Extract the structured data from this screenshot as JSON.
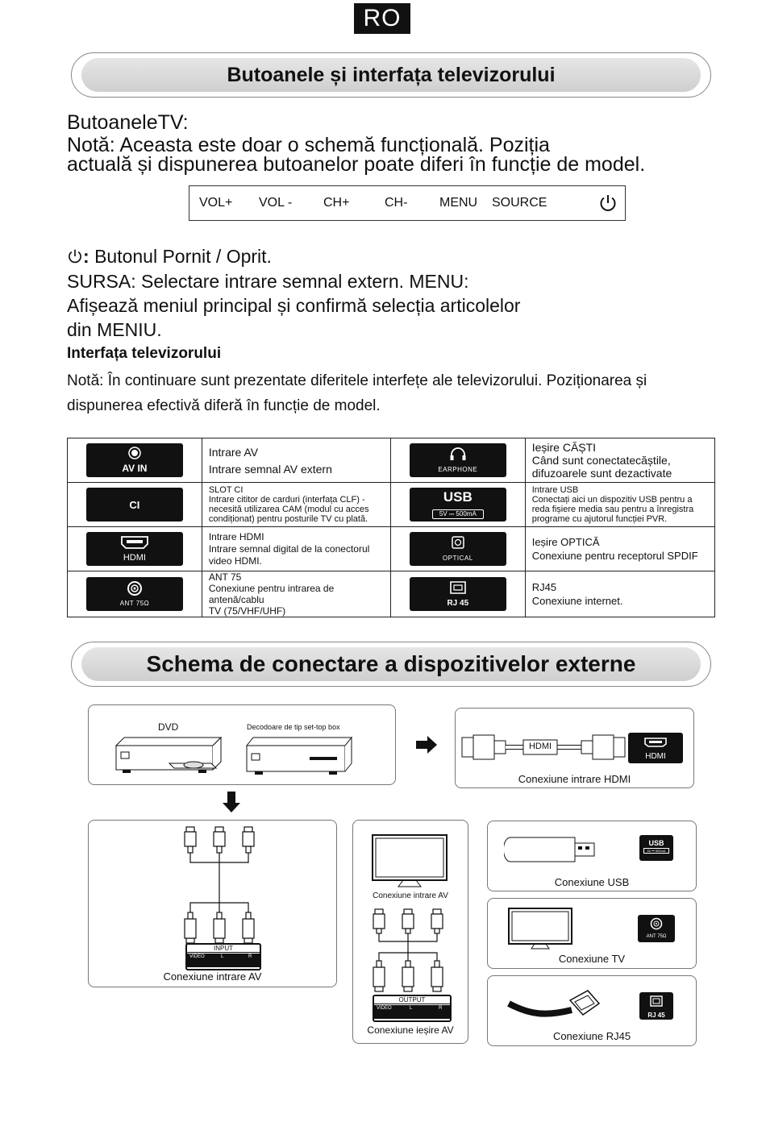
{
  "lang_tag": "RO",
  "section1_title": "Butoanele și interfața televizorului",
  "tv_buttons_heading": "ButoaneleTV:",
  "note_line1": "Notă: Aceasta este doar o schemă funcțională. Poziția",
  "note_line2": "actuală și dispunerea butoanelor poate diferi în funcție  de model.",
  "buttons": [
    "VOL+",
    "VOL -",
    "CH+",
    "CH-",
    "MENU",
    "SOURCE"
  ],
  "power_desc": "Butonul Pornit / Oprit.",
  "power_sep": ":",
  "desc_line1": "SURSA: Selectare intrare semnal extern. MENU:",
  "desc_line2": "Afișează meniul principal și confirmă selecția articolelor",
  "desc_line3": "din MENIU.",
  "interface_heading": "Interfața televizorului",
  "interface_note_line1": "Notă: În continuare sunt prezentate diferitele interfețe ale televizorului. Poziționarea și",
  "interface_note_line2": "dispunerea efectivă diferă în funcție de model.",
  "ports": [
    {
      "badge": "AV IN",
      "lines": [
        "Intrare AV",
        "Intrare semnal AV extern"
      ],
      "badge2": "EARPHONE",
      "lines2": [
        "Ieșire CĂȘTI",
        "Când sunt conectatecăștile,",
        "difuzoarele sunt dezactivate"
      ]
    },
    {
      "badge": "CI",
      "lines": [
        "SLOT CI",
        "Intrare cititor de carduri (interfața CLF) -",
        "necesită utilizarea CAM (modul cu acces",
        "condiționat) pentru posturile TV cu plată."
      ],
      "badge2": "USB",
      "badge2_sub": "5V ⎓ 500mA",
      "lines2": [
        "Intrare USB",
        "Conectați aici un dispozitiv USB pentru a",
        "reda fișiere media sau pentru a înregistra",
        "programe cu ajutorul funcției PVR."
      ]
    },
    {
      "badge": "HDMI",
      "lines": [
        "Intrare HDMI",
        "Intrare semnal digital de la conectorul",
        "video HDMI."
      ],
      "badge2": "OPTICAL",
      "lines2": [
        "Ieșire OPTICĂ",
        "Conexiune pentru receptorul SPDIF"
      ]
    },
    {
      "badge": "ANT 75Ω",
      "lines": [
        "ANT 75",
        "Conexiune pentru intrarea de antenă/cablu",
        "TV (75/VHF/UHF)"
      ],
      "badge2": "RJ 45",
      "lines2": [
        "RJ45",
        "Conexiune internet."
      ]
    }
  ],
  "section2_title": "Schema de conectare a dispozitivelor externe",
  "diagram": {
    "dvd_label": "DVD",
    "stb_label": "Decodoare de tip set-top box",
    "hdmi_cable_label": "HDMI",
    "hdmi_port": "HDMI",
    "hdmi_caption": "Conexiune intrare HDMI",
    "av_input_caption": "Conexiune intrare AV",
    "input_panel": {
      "title": "INPUT",
      "labels": [
        "VIDEO",
        "L",
        "R"
      ]
    },
    "tv_av_caption": "Conexiune intrare AV",
    "output_panel": {
      "title": "OUTPUT",
      "labels": [
        "VIDEO",
        "L",
        "R"
      ]
    },
    "av_output_caption": "Conexiune ieșire AV",
    "usb_port": "USB",
    "usb_port_sub": "5V ⎓ 500mA",
    "usb_caption": "Conexiune USB",
    "ant_port": "ANT 75Ω",
    "tv_caption": "Conexiune TV",
    "rj45_port": "RJ 45",
    "rj45_caption": "Conexiune RJ45"
  }
}
